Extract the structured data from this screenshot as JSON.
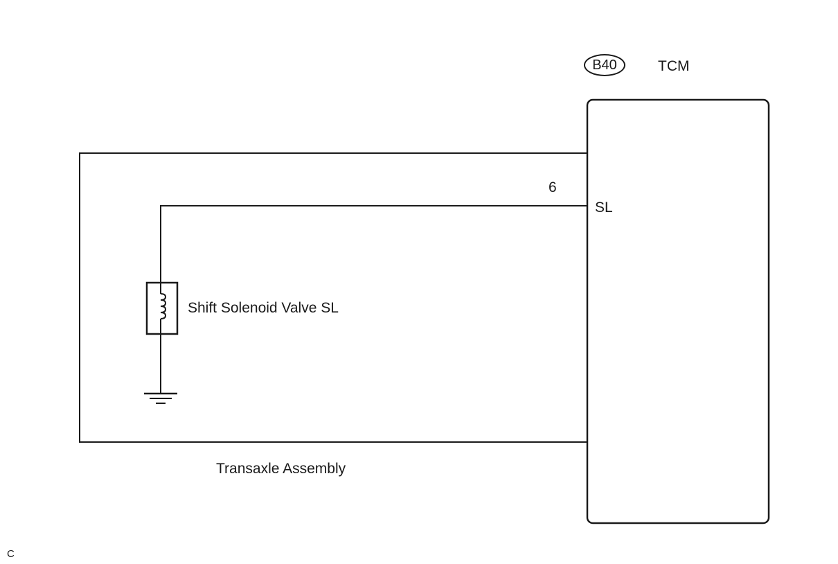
{
  "connector": {
    "code": "B40",
    "component": "TCM"
  },
  "tcm": {
    "terminal_number": "6",
    "terminal_name": "SL"
  },
  "solenoid": {
    "label": "Shift Solenoid Valve SL",
    "icon": "solenoid-coil-icon"
  },
  "ground": {
    "icon": "ground-icon"
  },
  "assembly": {
    "label": "Transaxle Assembly"
  },
  "footer": {
    "code": "C"
  },
  "colors": {
    "line": "#1a1a1a",
    "background": "#ffffff"
  }
}
